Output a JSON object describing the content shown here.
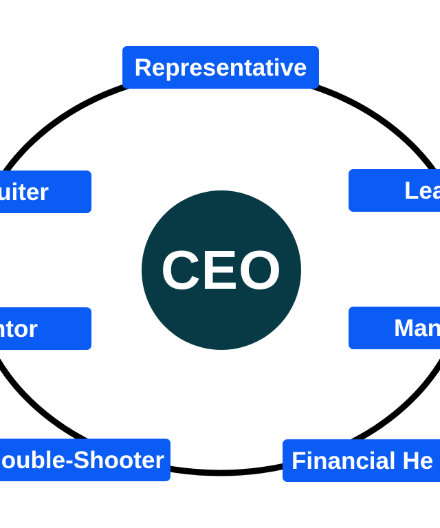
{
  "diagram": {
    "center": {
      "label": "CEO"
    },
    "roles": [
      {
        "id": "representative",
        "label": "Representative"
      },
      {
        "id": "recruiter",
        "label": "uiter"
      },
      {
        "id": "leader",
        "label": "Lea"
      },
      {
        "id": "mediator",
        "label": "ntor"
      },
      {
        "id": "manager",
        "label": "Man"
      },
      {
        "id": "trouble-shooter",
        "label": "ouble-Shooter"
      },
      {
        "id": "financial-head",
        "label": "Financial He"
      }
    ]
  },
  "colors": {
    "box_fill": "#0a5cf5",
    "box_text": "#ffffff",
    "center_fill": "#083a46",
    "center_text": "#ffffff",
    "ring_stroke": "#000000"
  }
}
